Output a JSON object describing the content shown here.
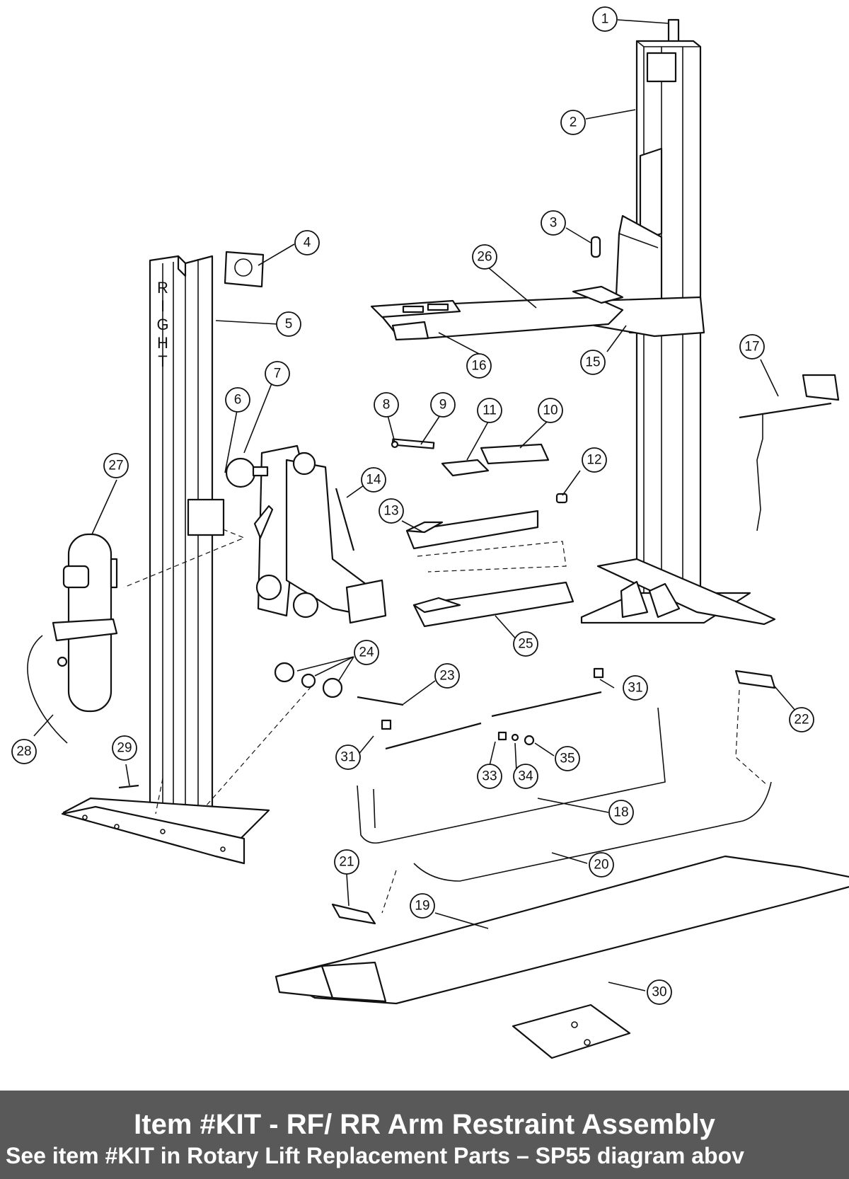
{
  "diagram": {
    "post_label": "RIGHT",
    "callouts": [
      "1",
      "2",
      "3",
      "4",
      "5",
      "6",
      "7",
      "8",
      "9",
      "10",
      "11",
      "12",
      "13",
      "14",
      "15",
      "16",
      "17",
      "18",
      "19",
      "20",
      "21",
      "22",
      "23",
      "24",
      "25",
      "26",
      "27",
      "28",
      "29",
      "30",
      "31",
      "31",
      "33",
      "34",
      "35"
    ]
  },
  "footer": {
    "title": "Item #KIT - RF/ RR Arm Restraint Assembly",
    "subtitle": "See item #KIT in Rotary Lift Replacement Parts – SP55 diagram abov"
  }
}
